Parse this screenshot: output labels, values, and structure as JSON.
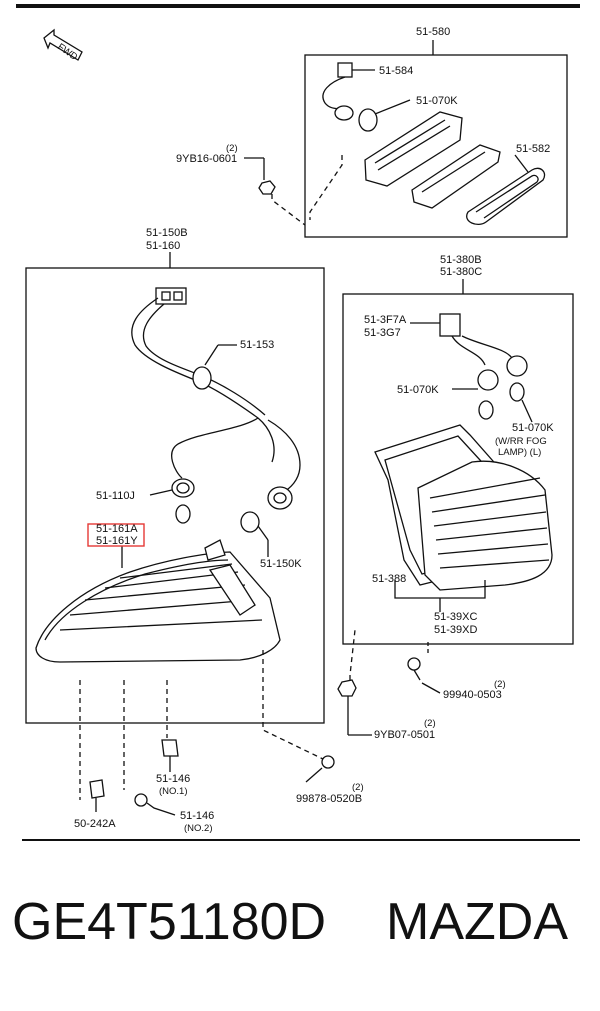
{
  "diagram": {
    "fwd_label": "FWD",
    "labels": {
      "l_51580": "51-580",
      "l_51584": "51-584",
      "l_51070k_top": "51-070K",
      "l_51582": "51-582",
      "l_9yb16_qty": "(2)",
      "l_9yb16": "9YB16-0601",
      "l_51150b": "51-150B",
      "l_51160": "51-160",
      "l_51153": "51-153",
      "l_51110j": "51-110J",
      "l_51161a": "51-161A",
      "l_51161y": "51-161Y",
      "l_51150k": "51-150K",
      "l_51380b": "51-380B",
      "l_51380c": "51-380C",
      "l_513f7a": "51-3F7A",
      "l_513g7": "51-3G7",
      "l_51070k_mid": "51-070K",
      "l_51070k_right": "51-070K",
      "l_wrr_fog": "(W/RR FOG",
      "l_lamp_l": "LAMP) (L)",
      "l_51388": "51-388",
      "l_5139xc": "51-39XC",
      "l_5139xd": "51-39XD",
      "l_99940_qty": "(2)",
      "l_99940": "99940-0503",
      "l_9yb07_qty": "(2)",
      "l_9yb07": "9YB07-0501",
      "l_51146_1": "51-146",
      "l_no1": "(NO.1)",
      "l_99878_qty": "(2)",
      "l_99878": "99878-0520B",
      "l_50242a": "50-242A",
      "l_51146_2": "51-146",
      "l_no2": "(NO.2)"
    }
  },
  "caption": {
    "part_number": "GE4T51180D",
    "brand": "MAZDA"
  },
  "colors": {
    "line": "#111111",
    "highlight": "#e53935",
    "background": "#ffffff"
  }
}
